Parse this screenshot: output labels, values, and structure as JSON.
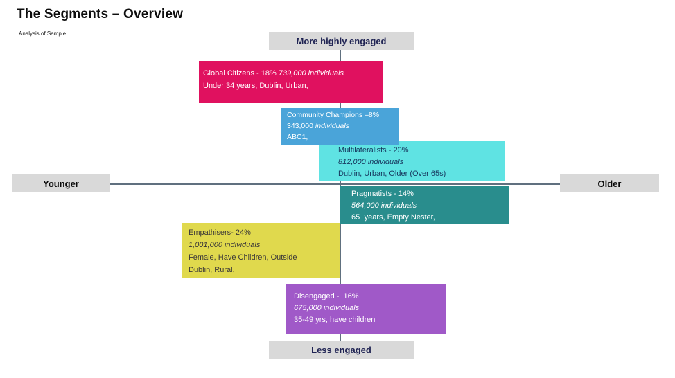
{
  "slide": {
    "title": "The Segments – Overview",
    "subtitle": "Analysis of Sample"
  },
  "axis": {
    "top_label": "More highly engaged",
    "bottom_label": "Less engaged",
    "left_label": "Younger",
    "right_label": "Older",
    "label_background": "#d9d9d9",
    "engaged_label_text_color": "#1f2353",
    "age_label_text_color": "#0a0a0a",
    "line_color": "#60707f"
  },
  "segments": [
    {
      "id": "global-citizens",
      "name": "Global Citizens",
      "bg": "#e0115f",
      "text_color": "#ffffff",
      "lines": [
        {
          "spans": [
            {
              "text": "Global Citizens - 18% ",
              "italic": false
            },
            {
              "text": "739,000 individuals",
              "italic": true
            }
          ]
        },
        {
          "spans": [
            {
              "text": "Under 34 years, Dublin, Urban,",
              "italic": false
            }
          ]
        }
      ]
    },
    {
      "id": "community-champions",
      "name": "Community Champions",
      "bg": "#4aa4d9",
      "text_color": "#ffffff",
      "lines": [
        {
          "spans": [
            {
              "text": "Community Champions –8%",
              "italic": false
            }
          ]
        },
        {
          "spans": [
            {
              "text": "343,000 ",
              "italic": false
            },
            {
              "text": "individuals",
              "italic": true
            }
          ]
        },
        {
          "spans": [
            {
              "text": "ABC1,",
              "italic": false
            }
          ]
        }
      ]
    },
    {
      "id": "multilateralists",
      "name": "Multilateralists",
      "bg": "#5fe3e3",
      "text_color": "#17375e",
      "lines": [
        {
          "spans": [
            {
              "text": "Multilateralists - 20%",
              "italic": false
            }
          ]
        },
        {
          "spans": [
            {
              "text": "812,000 individuals",
              "italic": true
            }
          ]
        },
        {
          "spans": [
            {
              "text": "Dublin, Urban, Older (Over 65s)",
              "italic": false
            }
          ]
        }
      ]
    },
    {
      "id": "pragmatists",
      "name": "Pragmatists",
      "bg": "#298d8d",
      "text_color": "#ffffff",
      "lines": [
        {
          "spans": [
            {
              "text": "Pragmatists - 14%",
              "italic": false
            }
          ]
        },
        {
          "spans": [
            {
              "text": "564,000 individuals",
              "italic": true
            }
          ]
        },
        {
          "spans": [
            {
              "text": "65+years, Empty Nester,",
              "italic": false
            }
          ]
        }
      ]
    },
    {
      "id": "empathisers",
      "name": "Empathisers",
      "bg": "#e0d94d",
      "text_color": "#3b3838",
      "lines": [
        {
          "spans": [
            {
              "text": "Empathisers- 24%",
              "italic": false
            }
          ]
        },
        {
          "spans": [
            {
              "text": "1,001,000 individuals",
              "italic": true
            }
          ]
        },
        {
          "spans": [
            {
              "text": "Female, Have Children, Outside",
              "italic": false
            }
          ]
        },
        {
          "spans": [
            {
              "text": "Dublin, Rural,",
              "italic": false
            }
          ]
        }
      ]
    },
    {
      "id": "disengaged",
      "name": "Disengaged",
      "bg": "#a059c8",
      "text_color": "#ffffff",
      "lines": [
        {
          "spans": [
            {
              "text": "Disengaged -  16%",
              "italic": false
            }
          ]
        },
        {
          "spans": [
            {
              "text": "675,000 individuals",
              "italic": true
            }
          ]
        },
        {
          "spans": [
            {
              "text": "35-49 yrs, have children",
              "italic": false
            }
          ]
        }
      ]
    }
  ]
}
